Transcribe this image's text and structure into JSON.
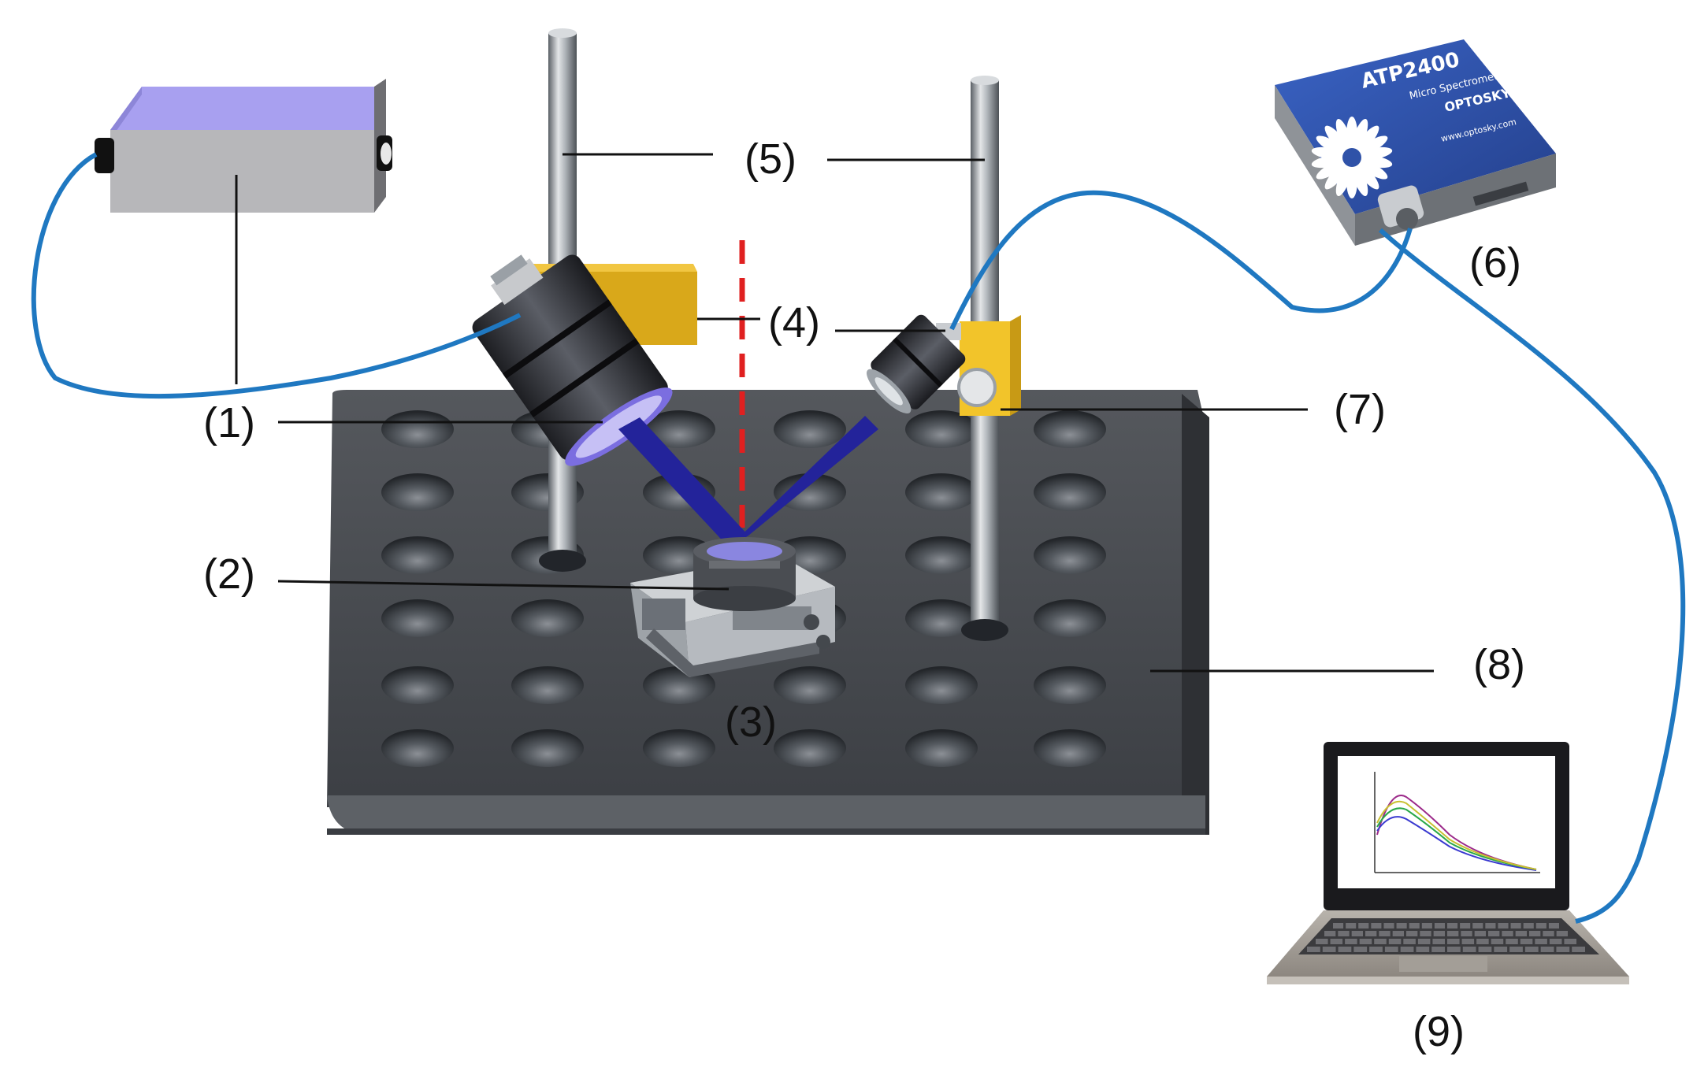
{
  "labels": {
    "l1": "(1)",
    "l2": "(2)",
    "l3": "(3)",
    "l4": "(4)",
    "l5": "(5)",
    "l6": "(6)",
    "l7": "(7)",
    "l8": "(8)",
    "l9": "(9)"
  },
  "spectrometer": {
    "model": "ATP2400",
    "subtitle": "Micro Spectrometer",
    "brand": "OPTOSKY",
    "website": "www.optosky.com"
  },
  "colors": {
    "fiber": "#1f78c1",
    "light_beam": "#23239a",
    "normal_line": "#e02020",
    "breadboard": "#4a4d52",
    "clamp": "#d9a81a",
    "spectrometer_body": "#2f52a8",
    "light_source_top": "#a8a0f0"
  }
}
